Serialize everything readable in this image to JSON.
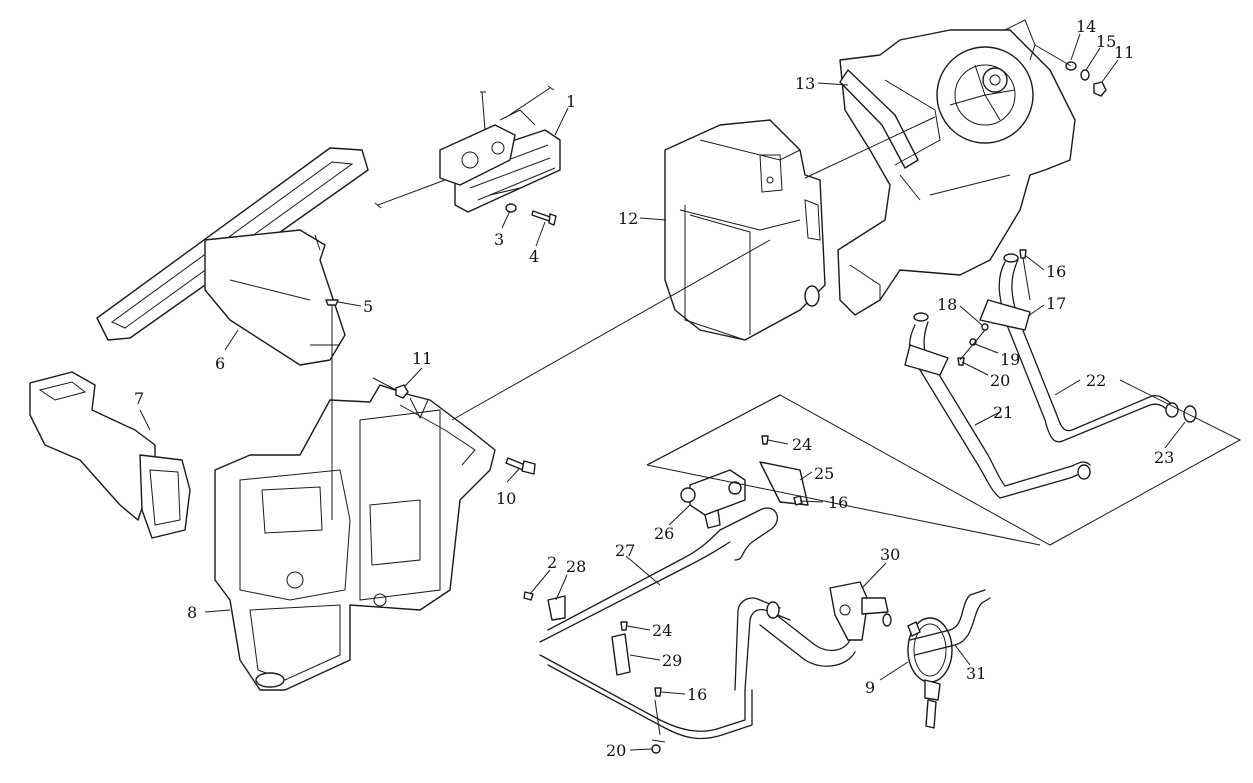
{
  "callouts": [
    {
      "id": "c1",
      "text": "1"
    },
    {
      "id": "c2",
      "text": "2"
    },
    {
      "id": "c3",
      "text": "3"
    },
    {
      "id": "c4",
      "text": "4"
    },
    {
      "id": "c5",
      "text": "5"
    },
    {
      "id": "c6",
      "text": "6"
    },
    {
      "id": "c7",
      "text": "7"
    },
    {
      "id": "c8",
      "text": "8"
    },
    {
      "id": "c9",
      "text": "9"
    },
    {
      "id": "c10",
      "text": "10"
    },
    {
      "id": "c11a",
      "text": "11"
    },
    {
      "id": "c11b",
      "text": "11"
    },
    {
      "id": "c12",
      "text": "12"
    },
    {
      "id": "c13",
      "text": "13"
    },
    {
      "id": "c14",
      "text": "14"
    },
    {
      "id": "c15",
      "text": "15"
    },
    {
      "id": "c16a",
      "text": "16"
    },
    {
      "id": "c16b",
      "text": "16"
    },
    {
      "id": "c16c",
      "text": "16"
    },
    {
      "id": "c17",
      "text": "17"
    },
    {
      "id": "c18",
      "text": "18"
    },
    {
      "id": "c19",
      "text": "19"
    },
    {
      "id": "c20a",
      "text": "20"
    },
    {
      "id": "c20b",
      "text": "20"
    },
    {
      "id": "c21",
      "text": "21"
    },
    {
      "id": "c22",
      "text": "22"
    },
    {
      "id": "c23",
      "text": "23"
    },
    {
      "id": "c24a",
      "text": "24"
    },
    {
      "id": "c24b",
      "text": "24"
    },
    {
      "id": "c25",
      "text": "25"
    },
    {
      "id": "c26",
      "text": "26"
    },
    {
      "id": "c27",
      "text": "27"
    },
    {
      "id": "c28",
      "text": "28"
    },
    {
      "id": "c29",
      "text": "29"
    },
    {
      "id": "c30",
      "text": "30"
    },
    {
      "id": "c31",
      "text": "31"
    }
  ]
}
